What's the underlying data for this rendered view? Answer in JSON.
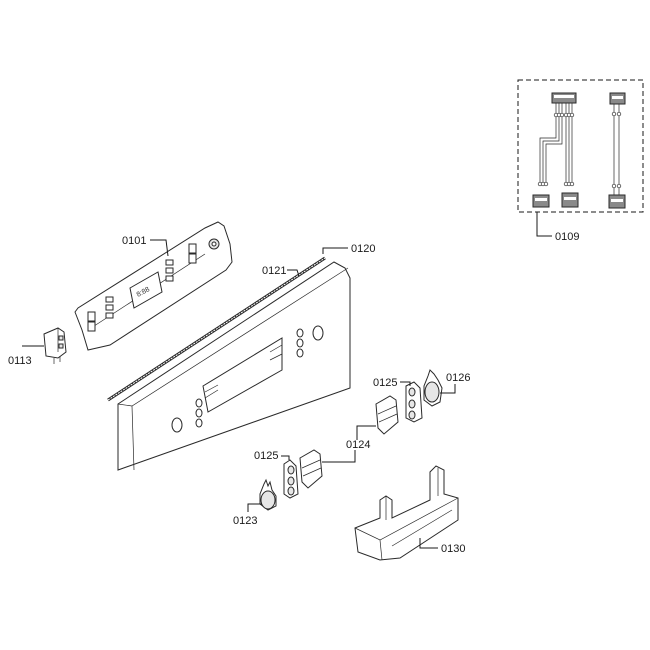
{
  "diagram": {
    "type": "exploded-parts-diagram",
    "subject": "Dishwasher control panel assembly",
    "parts": [
      {
        "id": "0101",
        "label": "0101",
        "description": "control module / PCB"
      },
      {
        "id": "0109",
        "label": "0109",
        "description": "wiring harness set (boxed)"
      },
      {
        "id": "0113",
        "label": "0113",
        "description": "switch / connector block"
      },
      {
        "id": "0120",
        "label": "0120",
        "description": "control panel fascia"
      },
      {
        "id": "0121",
        "label": "0121",
        "description": "seal strip"
      },
      {
        "id": "0123",
        "label": "0123",
        "description": "push button"
      },
      {
        "id": "0124",
        "label": "0124",
        "description": "button block"
      },
      {
        "id": "0125",
        "label": "0125",
        "description": "button set"
      },
      {
        "id": "0126",
        "label": "0126",
        "description": "push button"
      },
      {
        "id": "0130",
        "label": "0130",
        "description": "housing cover"
      }
    ],
    "labels": {
      "l0101": "0101",
      "l0109": "0109",
      "l0113": "0113",
      "l0120": "0120",
      "l0121": "0121",
      "l0123": "0123",
      "l0124": "0124",
      "l0125a": "0125",
      "l0125b": "0125",
      "l0126": "0126",
      "l0130": "0130"
    },
    "display_text": "8:88"
  }
}
